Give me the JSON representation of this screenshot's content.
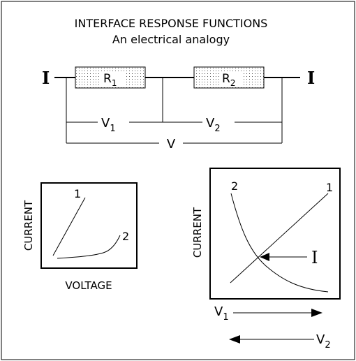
{
  "title_line_1": "INTERFACE RESPONSE FUNCTIONS",
  "title_line_2": "An electrical analogy",
  "circuit": {
    "current_left": "I",
    "current_right": "I",
    "resistor_1": {
      "letter": "R",
      "subscript": "1"
    },
    "resistor_2": {
      "letter": "R",
      "subscript": "2"
    },
    "voltage_1": {
      "letter": "V",
      "subscript": "1"
    },
    "voltage_2": {
      "letter": "V",
      "subscript": "2"
    },
    "voltage_total": "V"
  },
  "left_graph": {
    "ylabel": "CURRENT",
    "xlabel": "VOLTAGE",
    "curve_1_label": "1",
    "curve_2_label": "2"
  },
  "right_graph": {
    "ylabel": "CURRENT",
    "curve_1_label": "1",
    "curve_2_label": "2",
    "intersection_label": "I",
    "arrow_v1": {
      "letter": "V",
      "subscript": "1"
    },
    "arrow_v2": {
      "letter": "V",
      "subscript": "2"
    }
  },
  "colors": {
    "ink": "#000000",
    "resistor_fill": "#d8d8d8",
    "background": "#ffffff"
  }
}
